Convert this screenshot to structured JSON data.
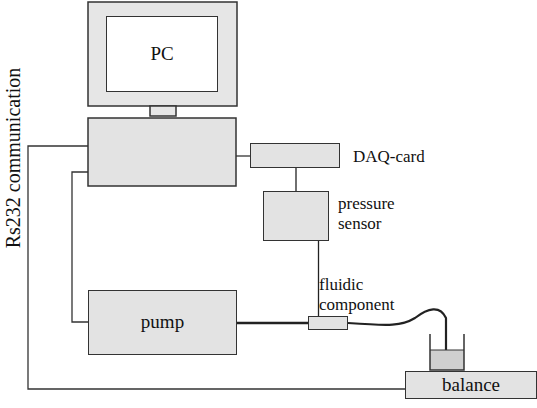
{
  "diagram": {
    "nodes": [
      {
        "text": [
          "PC"
        ]
      },
      {
        "text": [
          "DAQ-card"
        ]
      },
      {
        "text": [
          "pressure sensor"
        ]
      },
      {
        "text": [
          "pump"
        ]
      },
      {
        "text": [
          "fluidic component"
        ]
      },
      {
        "text": [
          "balance"
        ]
      }
    ],
    "edges": [
      {
        "from": 1,
        "to": 2,
        "arrow": "none"
      },
      {
        "from": 3,
        "to": 4,
        "arrow": "none"
      },
      {
        "from": 2,
        "to": 4,
        "arrow": "none"
      }
    ],
    "labels": [
      "Rs232 communication"
    ]
  }
}
